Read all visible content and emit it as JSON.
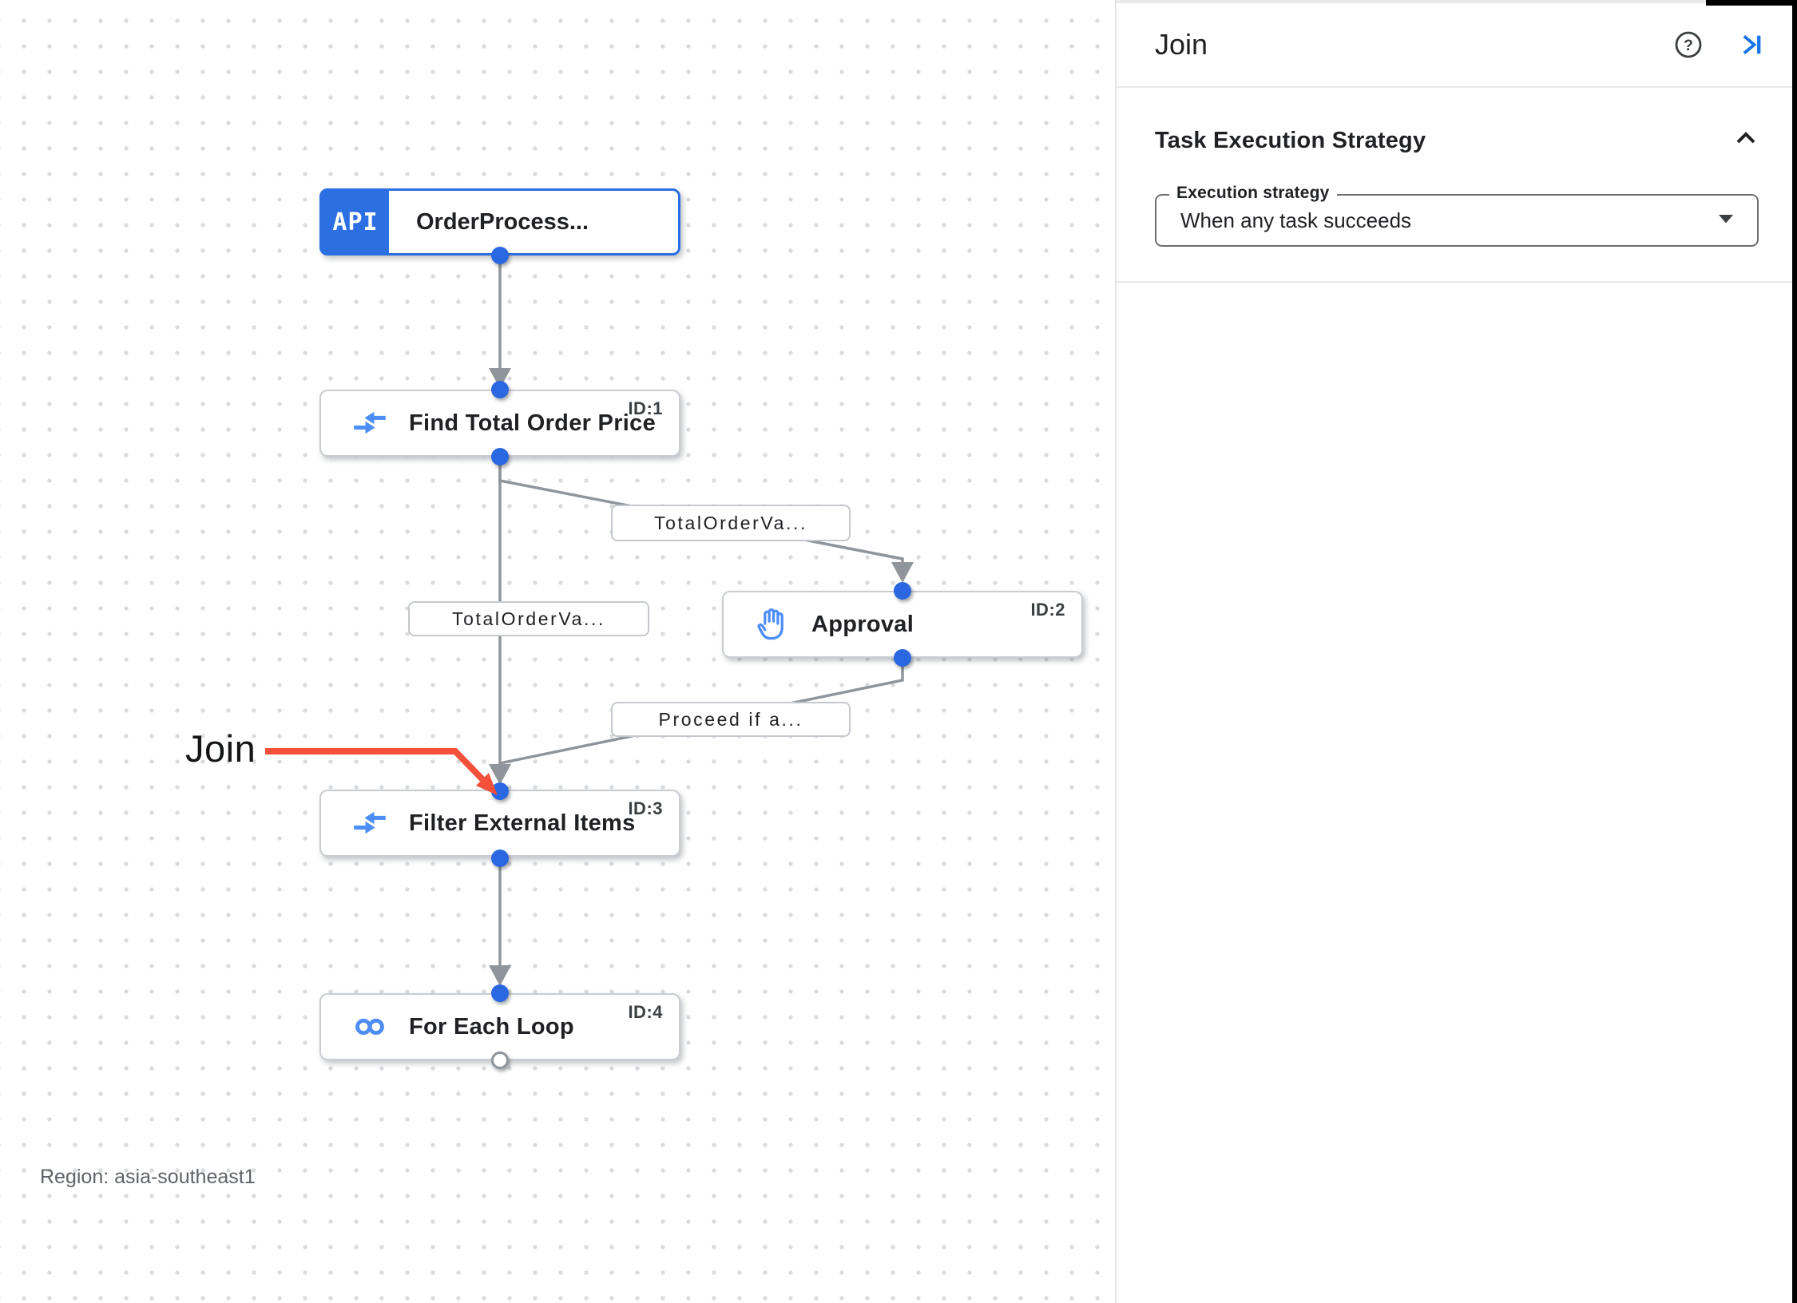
{
  "canvas": {
    "region_label": "Region: asia-southeast1",
    "annotation": {
      "label": "Join",
      "color": "#f4503a"
    },
    "trigger": {
      "badge": "API",
      "title": "OrderProcess..."
    },
    "nodes": [
      {
        "id_label": "ID:1",
        "title": "Find Total Order Price",
        "icon": "data-mapping-icon"
      },
      {
        "id_label": "ID:2",
        "title": "Approval",
        "icon": "hand-icon"
      },
      {
        "id_label": "ID:3",
        "title": "Filter External Items",
        "icon": "data-mapping-icon"
      },
      {
        "id_label": "ID:4",
        "title": "For Each Loop",
        "icon": "loop-icon"
      }
    ],
    "edge_labels": [
      {
        "text": "TotalOrderVa..."
      },
      {
        "text": "TotalOrderVa..."
      },
      {
        "text": "Proceed if a..."
      }
    ]
  },
  "panel": {
    "title": "Join",
    "icons": {
      "help": "help-icon",
      "collapse": "skip-next-icon"
    },
    "section": {
      "heading": "Task Execution Strategy",
      "field_label": "Execution strategy",
      "field_value": "When any task succeeds"
    }
  },
  "colors": {
    "accent_blue": "#1a73e8",
    "node_blue": "#2b6fe3",
    "icon_blue": "#4d8df6",
    "edge_gray": "#8f959a",
    "annotation_red": "#f4503a"
  }
}
